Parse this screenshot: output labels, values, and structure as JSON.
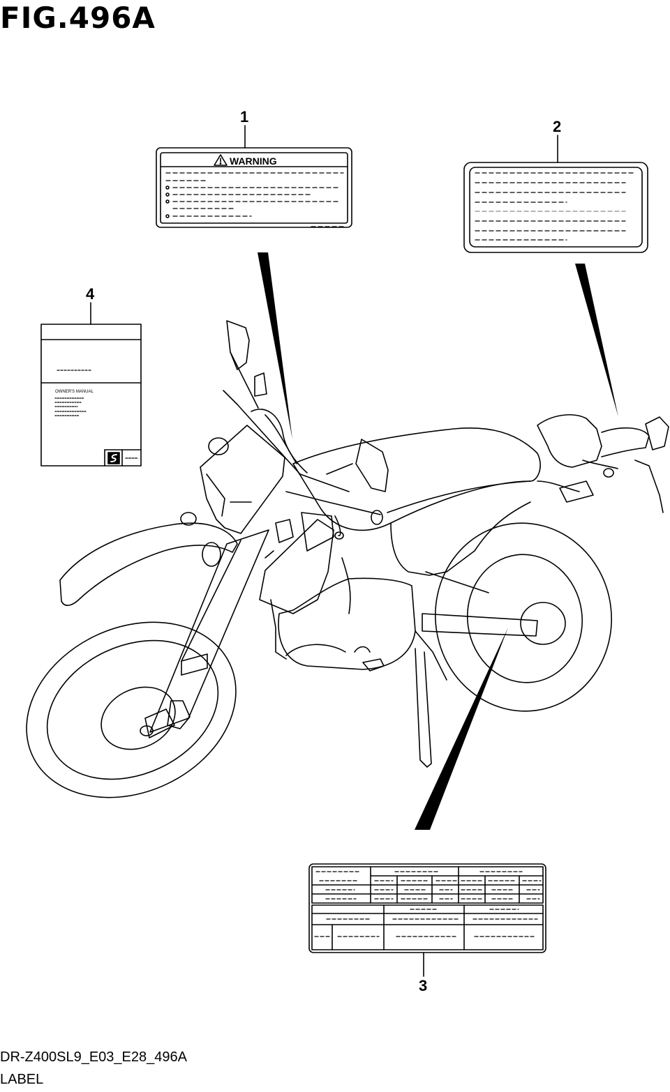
{
  "figure": {
    "title": "FIG.496A",
    "model_code": "DR-Z400SL9_E03_E28_496A",
    "group_name": "LABEL"
  },
  "callouts": [
    {
      "number": "1",
      "part": "warning-label"
    },
    {
      "number": "2",
      "part": "info-label"
    },
    {
      "number": "3",
      "part": "spec-table-label"
    },
    {
      "number": "4",
      "part": "owners-manual"
    }
  ],
  "labels": {
    "warning_heading": "WARNING",
    "manual_title": "OWNER'S MANUAL"
  }
}
